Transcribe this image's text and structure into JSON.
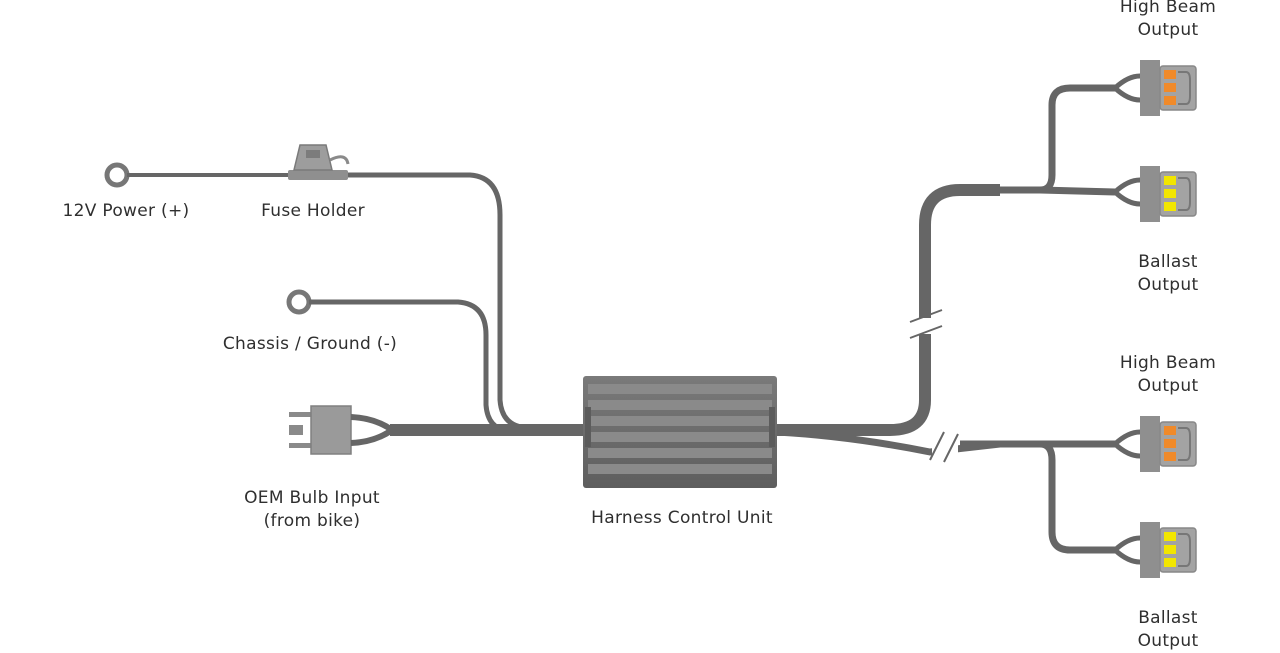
{
  "labels": {
    "power": "12V Power (+)",
    "fuse": "Fuse Holder",
    "ground": "Chassis / Ground (-)",
    "oem_line1": "OEM Bulb Input",
    "oem_line2": "(from bike)",
    "control_unit": "Harness Control Unit",
    "high_beam_1_line1": "High Beam",
    "high_beam_1_line2": "Output",
    "ballast_1_line1": "Ballast",
    "ballast_1_line2": "Output",
    "high_beam_2_line1": "High Beam",
    "high_beam_2_line2": "Output",
    "ballast_2_line1": "Ballast",
    "ballast_2_line2": "Output"
  },
  "colors": {
    "wire": "#666666",
    "connector_body": "#9a9a9a",
    "high_beam_pin": "#f08a2a",
    "ballast_pin": "#f2e600",
    "unit_body": "#6e6e6e"
  }
}
